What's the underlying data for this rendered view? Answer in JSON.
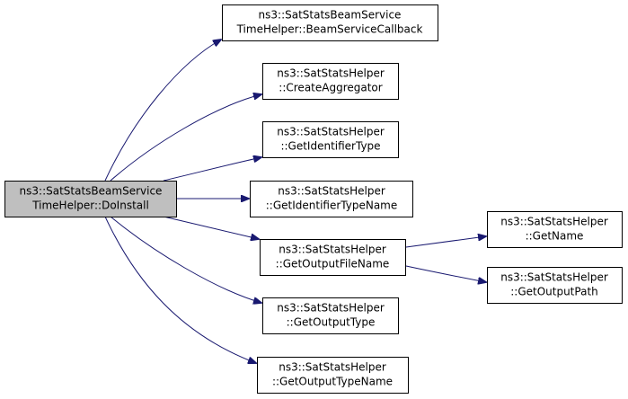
{
  "root": {
    "line1": "ns3::SatStatsBeamService",
    "line2": "TimeHelper::DoInstall"
  },
  "nodes": {
    "beam_service_callback": {
      "line1": "ns3::SatStatsBeamService",
      "line2": "TimeHelper::BeamServiceCallback"
    },
    "create_aggregator": {
      "line1": "ns3::SatStatsHelper",
      "line2": "::CreateAggregator"
    },
    "get_identifier_type": {
      "line1": "ns3::SatStatsHelper",
      "line2": "::GetIdentifierType"
    },
    "get_identifier_type_name": {
      "line1": "ns3::SatStatsHelper",
      "line2": "::GetIdentifierTypeName"
    },
    "get_output_file_name": {
      "line1": "ns3::SatStatsHelper",
      "line2": "::GetOutputFileName"
    },
    "get_output_type": {
      "line1": "ns3::SatStatsHelper",
      "line2": "::GetOutputType"
    },
    "get_output_type_name": {
      "line1": "ns3::SatStatsHelper",
      "line2": "::GetOutputTypeName"
    },
    "get_name": {
      "line1": "ns3::SatStatsHelper",
      "line2": "::GetName"
    },
    "get_output_path": {
      "line1": "ns3::SatStatsHelper",
      "line2": "::GetOutputPath"
    }
  },
  "edges": [
    {
      "from": "root",
      "to": "beam_service_callback"
    },
    {
      "from": "root",
      "to": "create_aggregator"
    },
    {
      "from": "root",
      "to": "get_identifier_type"
    },
    {
      "from": "root",
      "to": "get_identifier_type_name"
    },
    {
      "from": "root",
      "to": "get_output_file_name"
    },
    {
      "from": "root",
      "to": "get_output_type"
    },
    {
      "from": "root",
      "to": "get_output_type_name"
    },
    {
      "from": "get_output_file_name",
      "to": "get_name"
    },
    {
      "from": "get_output_file_name",
      "to": "get_output_path"
    }
  ],
  "colors": {
    "edge": "#191970",
    "root_fill": "#bfbfbf",
    "node_fill": "#ffffff",
    "border": "#000000"
  }
}
